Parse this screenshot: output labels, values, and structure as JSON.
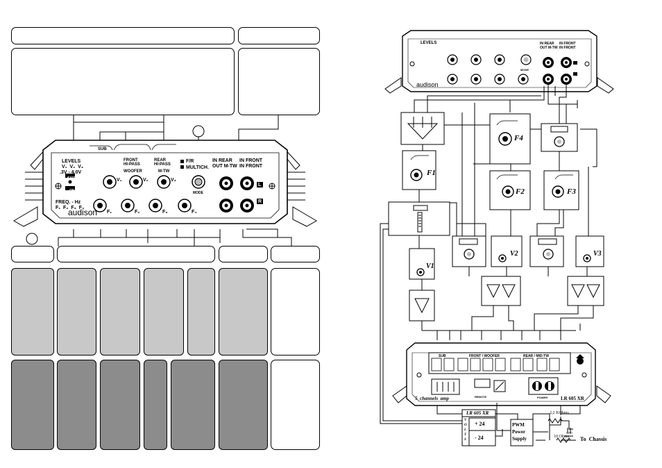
{
  "left_amp": {
    "levels_label": "LEVELS",
    "levels_vars": "V₁  V₂  V₃",
    "levels_range": ".3V - 4.0V",
    "safe_label": "SAFE",
    "on_label": "ON",
    "freq_label": "FREQ. - Hz",
    "freq_vars": "F₁  F₂  F₃  F₄",
    "sub_label": "SUB",
    "front_label": "FRONT\nHI-PASS",
    "woofer_label": "WOOFER",
    "rear_label": "REAR\nHI-PASS",
    "midtw_label": "M-TW",
    "fr_label": "F/R",
    "multich_label": "MULTICH.",
    "mode_label": "MODE",
    "in_rear_label": "IN REAR\nOUT M-TW",
    "in_front_label": "IN FRONT\nIN FRONT",
    "l_label": "L",
    "r_label": "R",
    "brand": "audison",
    "v_knobs": [
      "V₁",
      "V₂",
      "V₃"
    ],
    "f_knobs": [
      "F₁",
      "F₂",
      "F₃",
      "F₄"
    ]
  },
  "right_top_amp": {
    "levels_label": "LEVELS",
    "brand": "audison",
    "mode_label": "MODE",
    "in_rear_label": "IN REAR\nOUT M-TW",
    "in_front_label": "IN FRONT\nIN FRONT"
  },
  "modules": {
    "f1": "F1",
    "f2": "F2",
    "f3": "F3",
    "f4": "F4",
    "v1": "V1",
    "v2": "V2",
    "v3": "V3"
  },
  "bottom_amp": {
    "sub_label": "SUB",
    "front_woofer_label": "FRONT / WOOFER",
    "rear_midtw_label": "REAR / MID-TW",
    "channels_label": "5  channels  amp",
    "model_label": "LR 605 XR",
    "remote_label": "REMOTE",
    "power_label": "POWER"
  },
  "supply": {
    "title": "LR 605 XR",
    "volts_label": "V\nO\nL\nT\nS",
    "plus": "+ 24",
    "minus": "- 24",
    "pwm_label": "PWM\nPower\nSupply",
    "resistor_1": "2,2 KOhms",
    "resistor_2": "10 Ohms",
    "gnd": "GND",
    "chassis": "To  Chassis"
  },
  "colors": {
    "light_panel": "#c8c8c8",
    "dark_panel": "#8c8c8c",
    "amp_body": "#ffffff",
    "line": "#000000"
  }
}
